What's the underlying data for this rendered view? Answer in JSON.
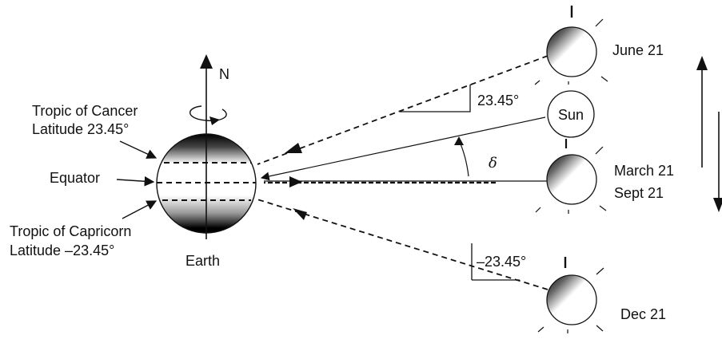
{
  "labels": {
    "north": "N",
    "tropic_cancer": "Tropic of Cancer",
    "tropic_cancer_lat": "Latitude 23.45°",
    "equator": "Equator",
    "tropic_capricorn": "Tropic of Capricorn",
    "tropic_capricorn_lat": "Latitude –23.45°",
    "earth": "Earth",
    "sun": "Sun",
    "delta": "δ",
    "angle_pos": "23.45°",
    "angle_neg": "–23.45°",
    "june": "June 21",
    "march": "March 21",
    "sept": "Sept 21",
    "dec": "Dec 21"
  }
}
